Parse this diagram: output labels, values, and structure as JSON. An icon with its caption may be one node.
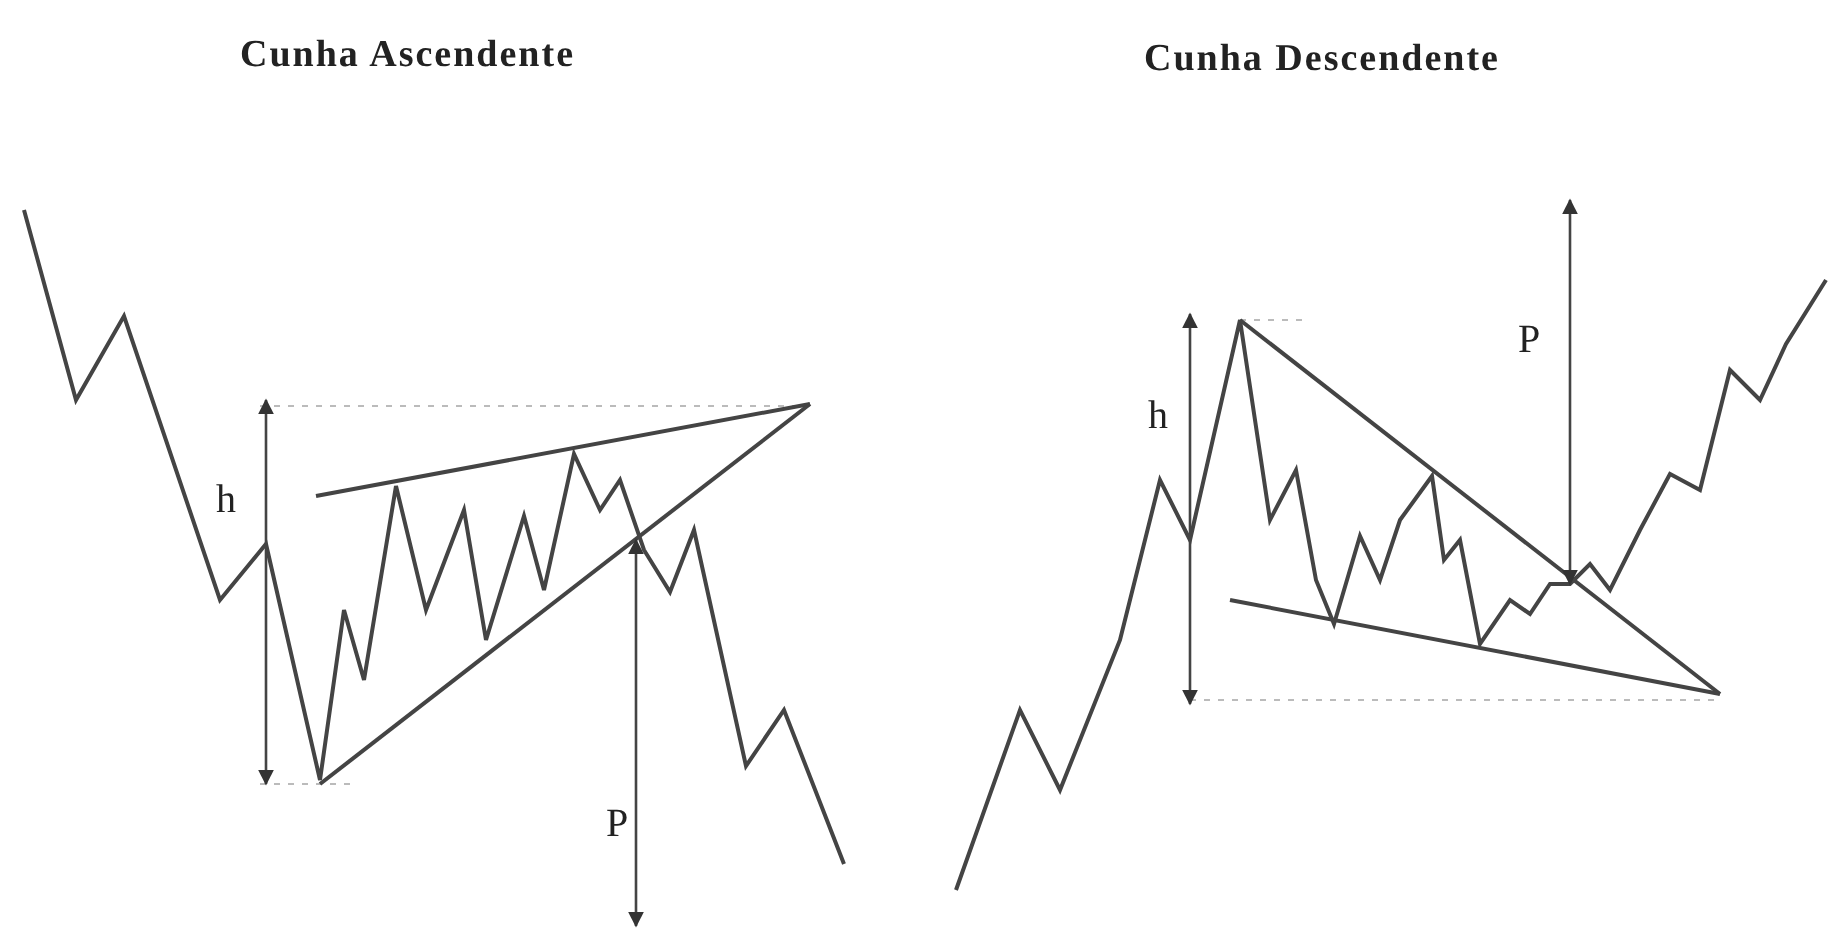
{
  "diagram": {
    "labels": [
      "Cunha Ascendente",
      "Cunha Descendente",
      "h",
      "P",
      "h",
      "P"
    ]
  }
}
